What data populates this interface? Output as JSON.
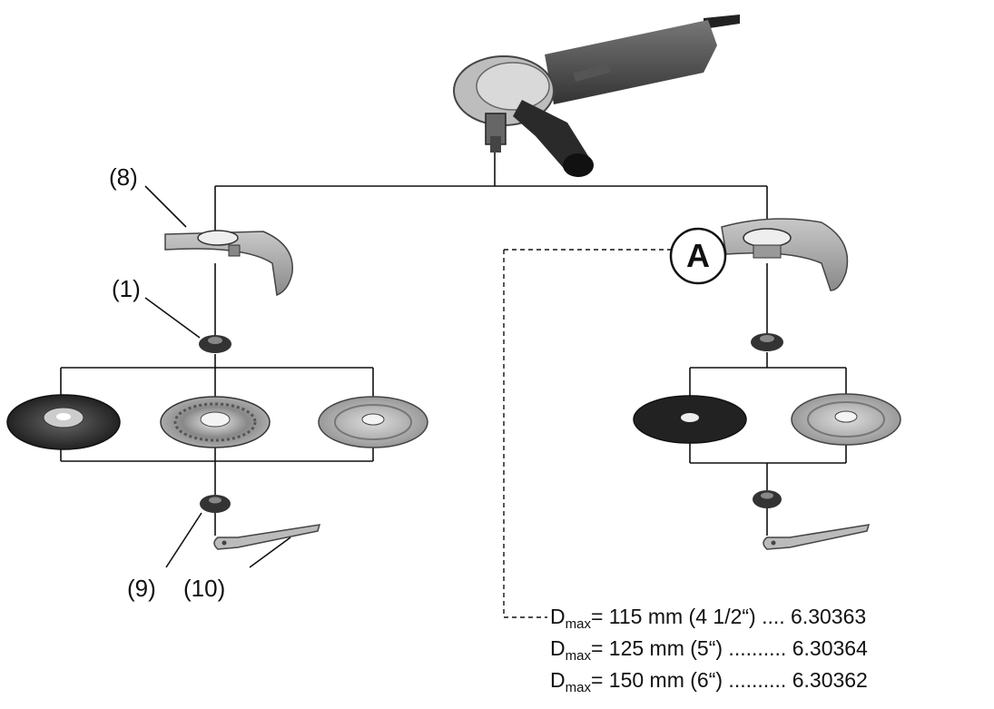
{
  "callouts": {
    "guard": "(8)",
    "support_flange": "(1)",
    "clamping_nut": "(9)",
    "spanner": "(10)",
    "variant_marker": "A"
  },
  "specs": [
    {
      "symbol": "D",
      "subscript": "max",
      "text": "= 115 mm (4 1/2“) .... 6.30363"
    },
    {
      "symbol": "D",
      "subscript": "max",
      "text": "= 125 mm (5“) .......... 6.30364"
    },
    {
      "symbol": "D",
      "subscript": "max",
      "text": "= 150 mm (6“) .......... 6.30362"
    }
  ],
  "icons": {
    "tool": "angle-grinder-icon",
    "guard": "wheel-guard-icon",
    "flange": "support-flange-icon",
    "nut": "clamping-nut-icon",
    "spanner": "two-hole-spanner-icon",
    "depressed_disc": "grinding-disc-icon",
    "flap_disc": "flap-disc-icon",
    "diamond_disc": "diamond-cutting-disc-icon",
    "cutting_disc": "cutting-disc-icon"
  }
}
